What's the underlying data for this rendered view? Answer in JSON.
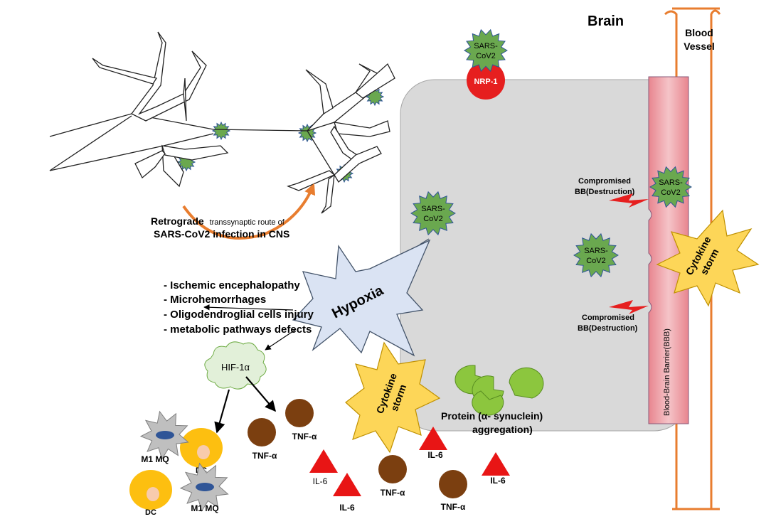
{
  "labels": {
    "brain": "Brain",
    "blood_vessel_line1": "Blood",
    "blood_vessel_line2": "Vessel",
    "bbb": "Blood-Brain Barrier(BBB)",
    "nrp1": "NRP-1",
    "sars_line1": "SARS-",
    "sars_line2": "CoV2",
    "compromised_line1": "Compromised",
    "compromised_line2": "BB(Destruction)",
    "cytokine_line1": "Cytokine",
    "cytokine_line2": "storm",
    "retro_bold": "Retrograde",
    "retro_small": "transsynaptic route of",
    "retro_line2": "SARS-CoV2 infection in CNS",
    "hypoxia": "Hypoxia",
    "hif": "HIF-1α",
    "tnf": "TNF-α",
    "il6": "IL-6",
    "m1mq": "M1 MQ",
    "dc": "DC",
    "protein_line1": "Protein (α- synuclein)",
    "protein_line2": "aggregation)"
  },
  "effects": [
    "- Ischemic encephalopathy",
    " - Microhemorrhages",
    "- Oligodendroglial cells injury",
    "- metabolic pathways defects"
  ],
  "colors": {
    "virus": "#6aa84f",
    "nrp1": "#e61f1f",
    "brain_cell": "#d9d9d9",
    "bbb": "#f2b8bd",
    "vessel": "#e87d2f",
    "cytokine": "#fdd658",
    "hypoxia": "#dae3f3",
    "hif": "#e2f0d9",
    "tnf": "#7b3f10",
    "il6": "#e81515",
    "dc": "#fdbf10",
    "macrophage": "#bfbfbf",
    "arrow_orange": "#e87d2f",
    "protein": "#8cc63e"
  }
}
